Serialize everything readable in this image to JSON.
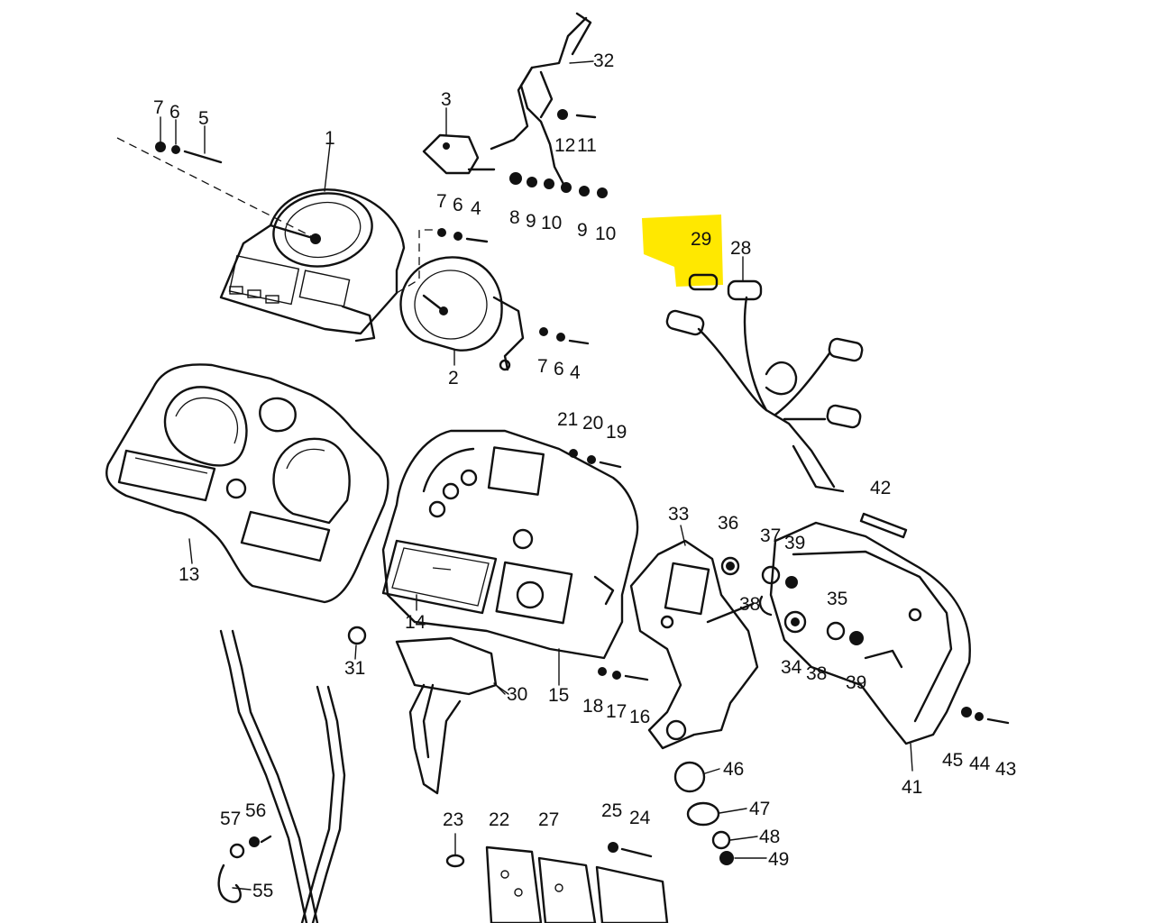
{
  "highlight_color": "#FFE800",
  "highlighted_part": "29",
  "callouts": {
    "c1": "1",
    "c2": "2",
    "c3": "3",
    "c4a": "4",
    "c4b": "4",
    "c5": "5",
    "c6a": "6",
    "c6b": "6",
    "c6c": "6",
    "c7a": "7",
    "c7b": "7",
    "c7c": "7",
    "c8": "8",
    "c9a": "9",
    "c9b": "9",
    "c10a": "10",
    "c10b": "10",
    "c11": "11",
    "c12": "12",
    "c13": "13",
    "c14": "14",
    "c15": "15",
    "c16": "16",
    "c17": "17",
    "c18": "18",
    "c19": "19",
    "c20": "20",
    "c21": "21",
    "c22": "22",
    "c23": "23",
    "c24": "24",
    "c25": "25",
    "c27": "27",
    "c28": "28",
    "c29": "29",
    "c30": "30",
    "c31": "31",
    "c32": "32",
    "c33": "33",
    "c34": "34",
    "c35": "35",
    "c36": "36",
    "c37": "37",
    "c38a": "38",
    "c38b": "38",
    "c39a": "39",
    "c39b": "39",
    "c41": "41",
    "c42": "42",
    "c43": "43",
    "c44": "44",
    "c45": "45",
    "c46": "46",
    "c47": "47",
    "c48": "48",
    "c49": "49",
    "c55": "55",
    "c56": "56",
    "c57": "57"
  }
}
